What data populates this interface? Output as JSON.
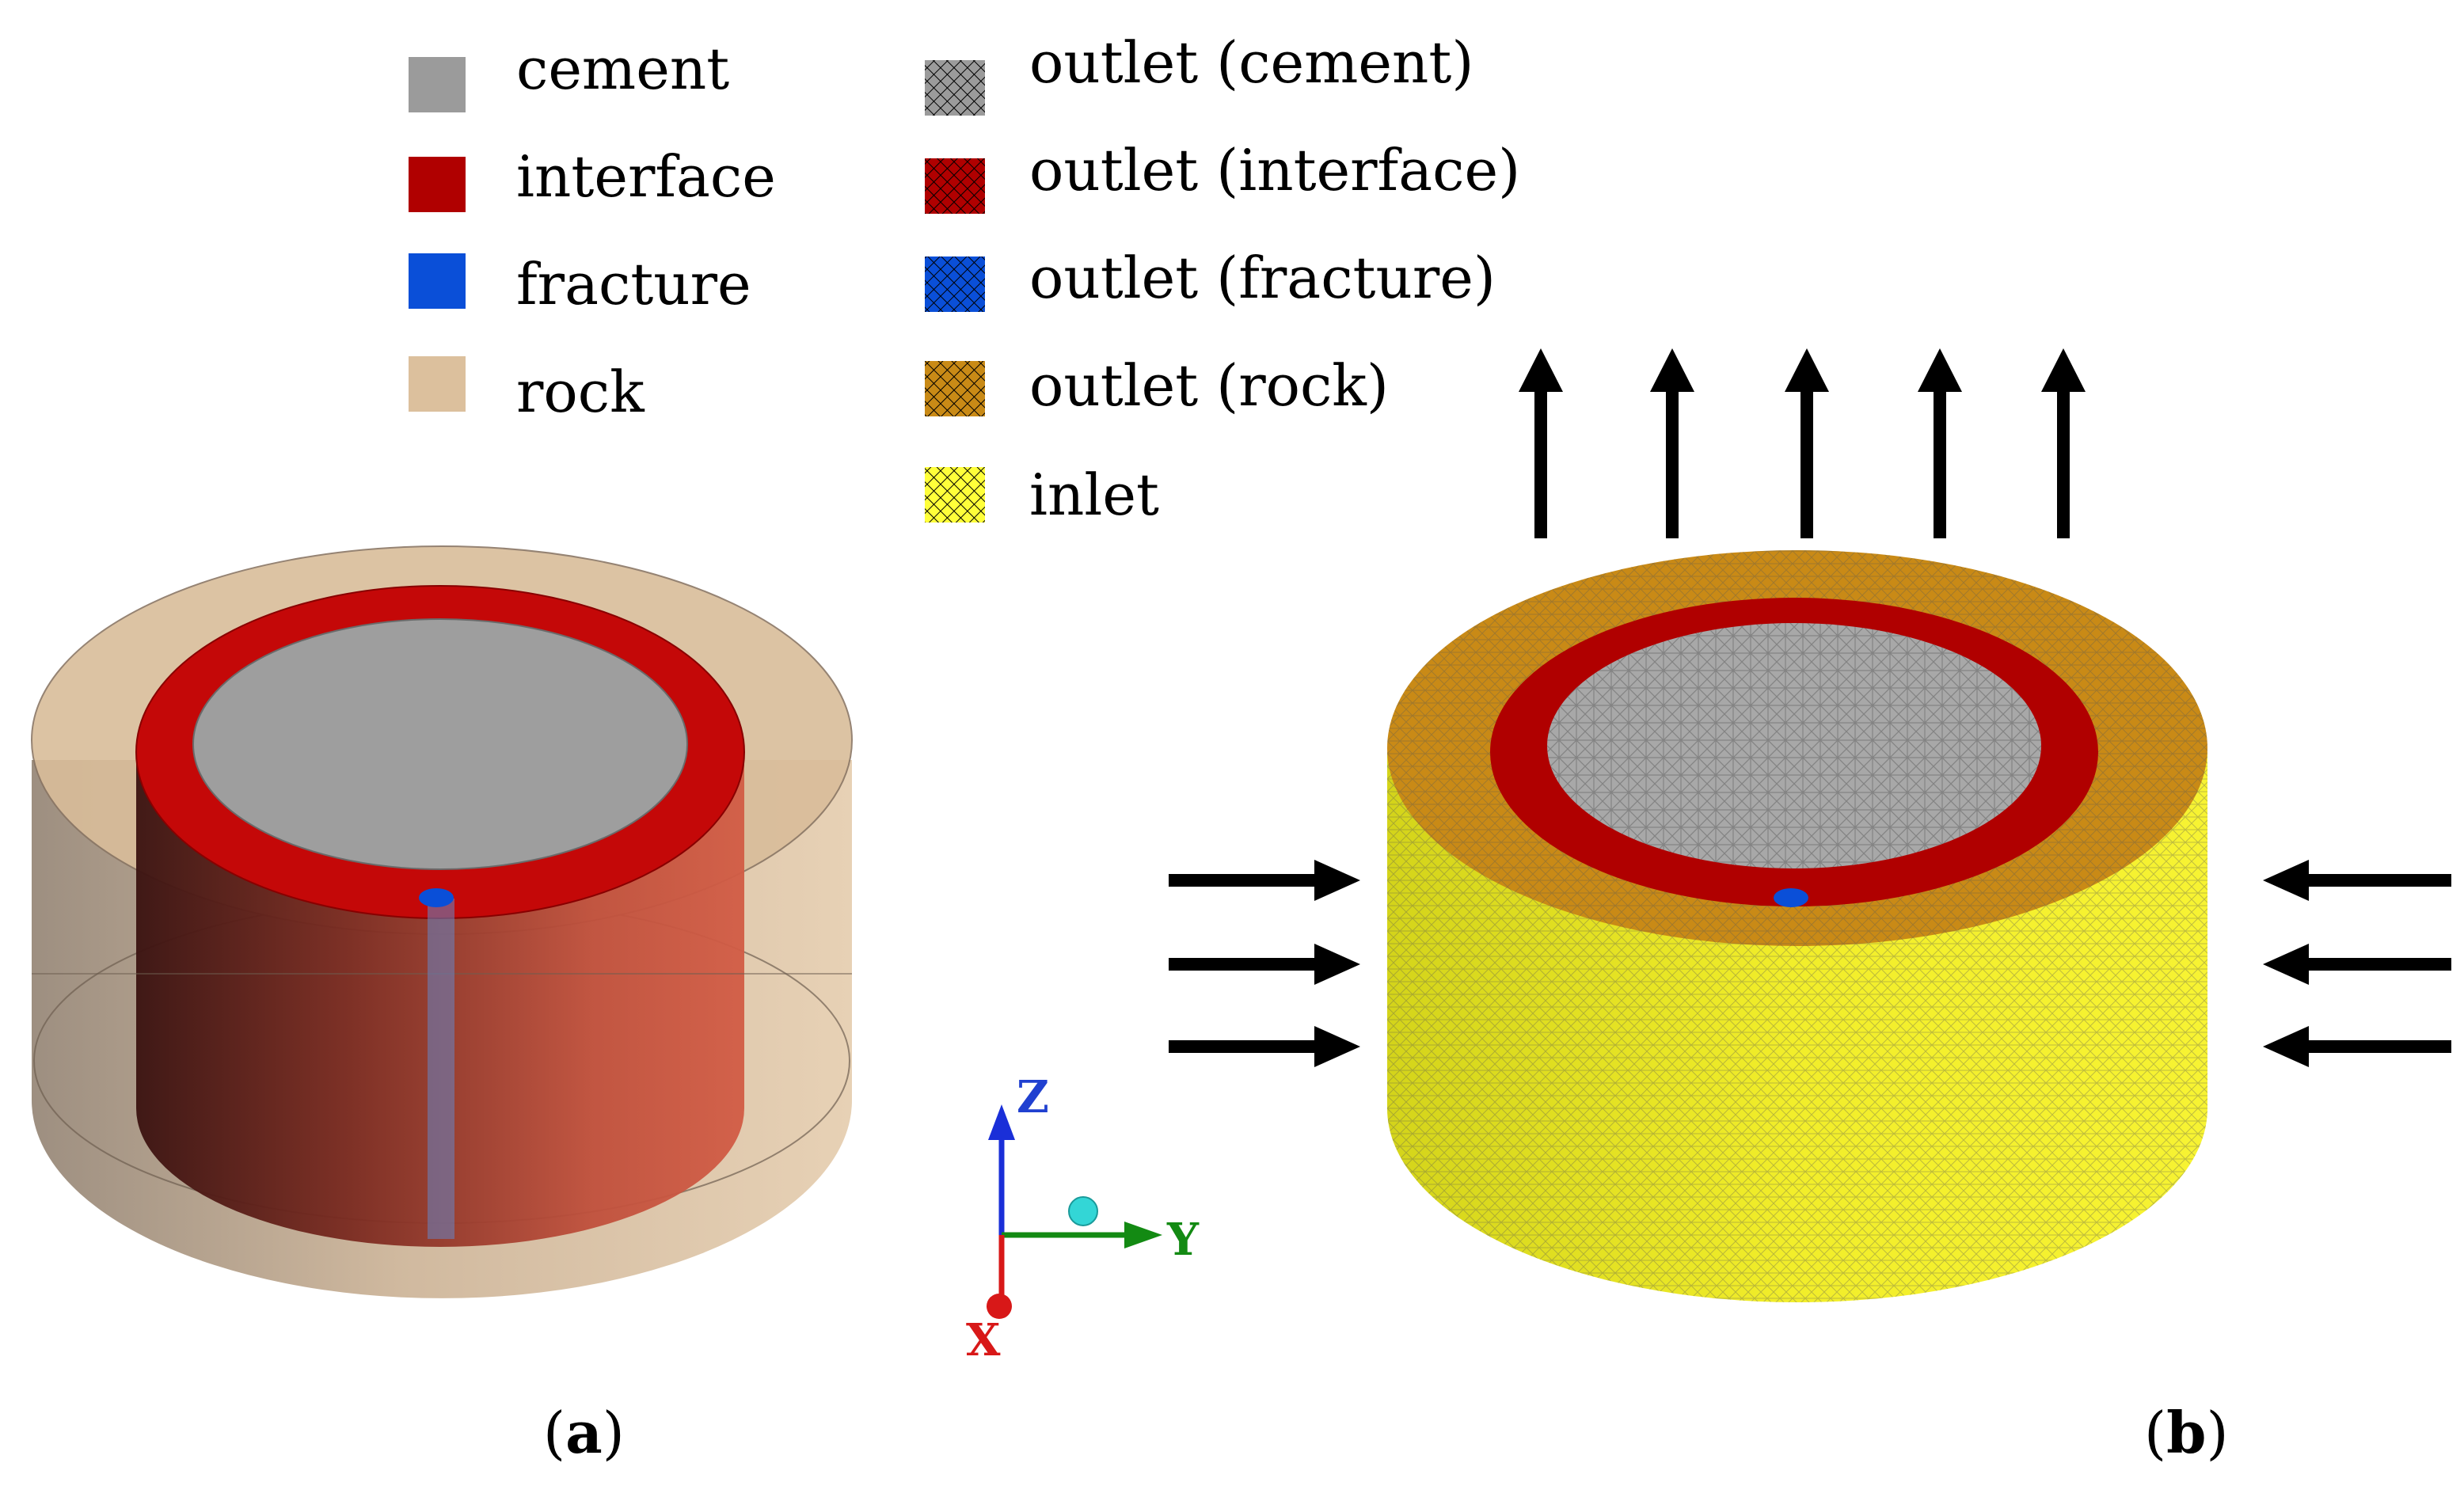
{
  "legend_left": {
    "items": [
      {
        "label": "cement",
        "color": "#9b9b9b"
      },
      {
        "label": "interface",
        "color": "#b00000"
      },
      {
        "label": "fracture",
        "color": "#0a4fd8"
      },
      {
        "label": "rock",
        "color": "#dcc09d"
      }
    ]
  },
  "legend_right": {
    "items": [
      {
        "label": "outlet (cement)",
        "color": "#9b9b9b"
      },
      {
        "label": "outlet (interface)",
        "color": "#b00000"
      },
      {
        "label": "outlet (fracture)",
        "color": "#0a4fd8"
      },
      {
        "label": "outlet (rock)",
        "color": "#c98a16"
      },
      {
        "label": "inlet",
        "color": "#ffff3a"
      }
    ]
  },
  "axes": {
    "z": "Z",
    "y": "Y",
    "x": "X"
  },
  "captions": {
    "a_open": "(",
    "a_letter": "a",
    "a_close": ")",
    "b_open": "(",
    "b_letter": "b",
    "b_close": ")"
  }
}
